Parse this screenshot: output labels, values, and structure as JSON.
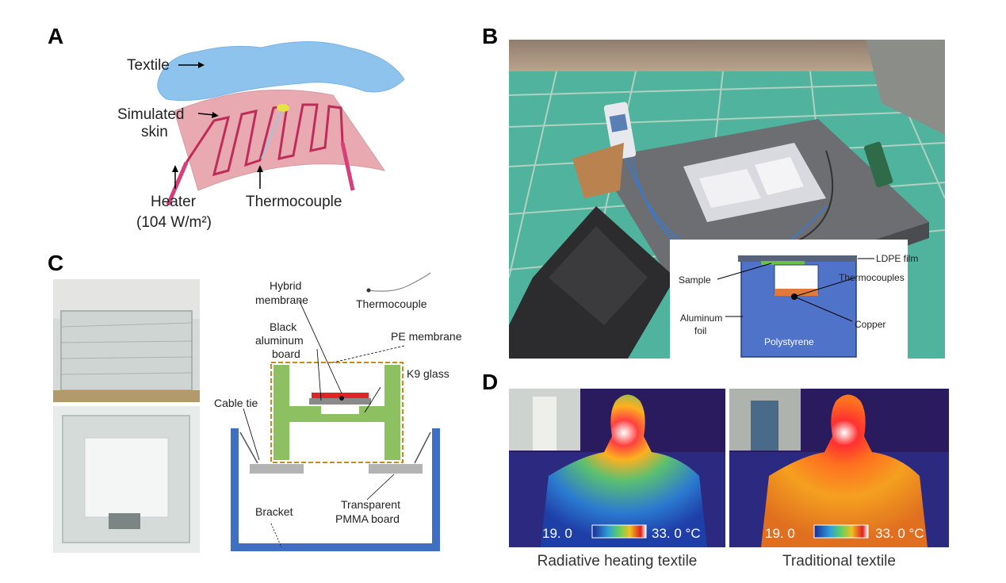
{
  "panels": {
    "a": {
      "letter": "A",
      "labels": {
        "textile": "Textile",
        "simulated_skin_1": "Simulated",
        "simulated_skin_2": "skin",
        "heater_1": "Heater",
        "heater_2": "(104 W/m²)",
        "thermocouple": "Thermocouple"
      }
    },
    "b": {
      "letter": "B",
      "labels": {
        "ldpe_film": "LDPE film",
        "sample": "Sample",
        "thermocouples": "Thermocouples",
        "aluminum_foil_1": "Aluminum",
        "aluminum_foil_2": "foil",
        "copper": "Copper",
        "polystyrene": "Polystyrene"
      }
    },
    "c": {
      "letter": "C",
      "labels": {
        "hybrid_membrane_1": "Hybrid",
        "hybrid_membrane_2": "membrane",
        "thermocouple": "Thermocouple",
        "black_aluminum_1": "Black",
        "black_aluminum_2": "aluminum",
        "black_aluminum_3": "board",
        "pe_membrane": "PE membrane",
        "k9_glass": "K9 glass",
        "cable_tie": "Cable tie",
        "bracket": "Bracket",
        "pmma_1": "Transparent",
        "pmma_2": "PMMA board"
      }
    },
    "d": {
      "letter": "D",
      "scale_min": "19. 0",
      "scale_max": "33. 0 °C",
      "caption_left": "Radiative heating textile",
      "caption_right": "Traditional textile"
    }
  },
  "colors": {
    "textile": "#8ec3ee",
    "skin": "#e9a9b0",
    "heater": "#d6407a",
    "green_frame": "#8cc060",
    "bracket_blue": "#3f6fc0",
    "polystyrene": "#4f73c9",
    "ldpe": "#56637a",
    "sample_green": "#6cc04a",
    "copper": "#e07a3a",
    "thermal_bg": "#2a1a5e"
  }
}
